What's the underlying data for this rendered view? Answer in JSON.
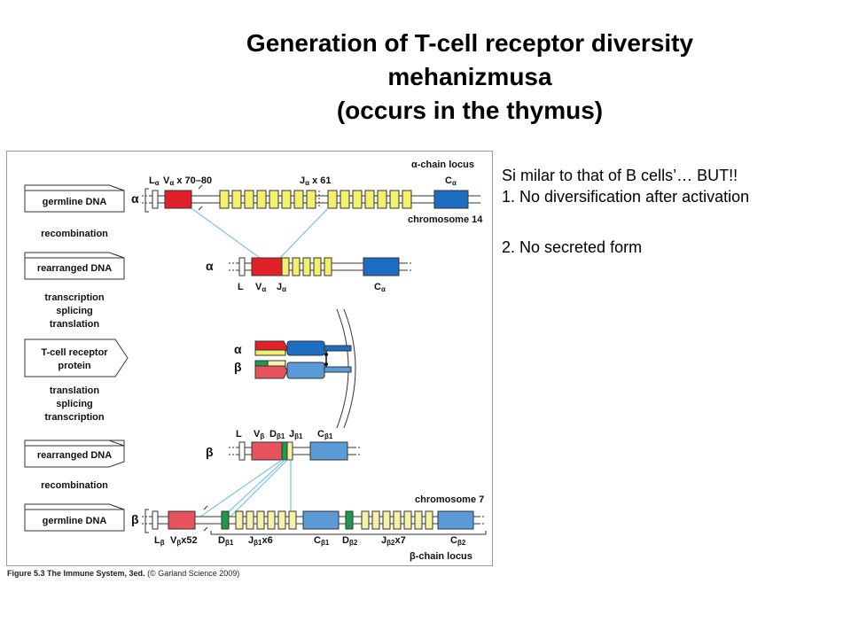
{
  "title": {
    "line1": "Generation of T-cell receptor diversity",
    "line2": "mehanizmusa",
    "line3": "(occurs in the thymus)"
  },
  "notes": {
    "line1": "Si milar to that of B cells’… BUT!!",
    "item1": "1.   No diversification after activation",
    "item2": "2.  No secreted form"
  },
  "figure": {
    "caption_bold": "Figure 5.3 The Immune System, 3ed.",
    "caption_rest": " (© Garland Science 2009)",
    "stages": {
      "germline_alpha": "germline DNA",
      "recombination_1": "recombination",
      "rearranged_alpha": "rearranged DNA",
      "transcription_1": "transcription",
      "splicing_1": "splicing",
      "translation_1": "translation",
      "tcr_protein_1": "T-cell receptor",
      "tcr_protein_2": "protein",
      "translation_2": "translation",
      "splicing_2": "splicing",
      "transcription_2": "transcription",
      "rearranged_beta": "rearranged DNA",
      "recombination_2": "recombination",
      "germline_beta": "germline DNA"
    },
    "alpha": {
      "symbol": "α",
      "locus": "α-chain locus",
      "chromosome": "chromosome 14",
      "l": "L",
      "l_sub": "α",
      "v": "V",
      "v_sub": "α",
      "v_count": " x 70–80",
      "j": "J",
      "j_sub": "α",
      "j_count": " x 61",
      "c": "C",
      "c_sub": "α",
      "r_l": "L",
      "r_v": "V",
      "r_v_sub": "α",
      "r_j": "J",
      "r_j_sub": "α",
      "r_c": "C",
      "r_c_sub": "α"
    },
    "protein": {
      "alpha": "α",
      "beta": "β"
    },
    "beta": {
      "symbol": "β",
      "locus": "β-chain locus",
      "chromosome": "chromosome 7",
      "r_l": "L",
      "r_v": "V",
      "r_v_sub": "β",
      "r_d": "D",
      "r_d_sub": "β1",
      "r_j": "J",
      "r_j_sub": "β1",
      "r_c": "C",
      "r_c_sub": "β1",
      "l": "L",
      "l_sub": "β",
      "v": "V",
      "v_sub": "β",
      "v_count": "x52",
      "d1": "D",
      "d1_sub": "β1",
      "j1": "J",
      "j1_sub": "β1",
      "j1_count": "x6",
      "c1": "C",
      "c1_sub": "β1",
      "d2": "D",
      "d2_sub": "β2",
      "j2": "J",
      "j2_sub": "β2",
      "j2_count": "x7",
      "c2": "C",
      "c2_sub": "β2"
    },
    "colors": {
      "v_red": "#e2202a",
      "j_yellow": "#f5ef6e",
      "c_blue": "#1d6ec3",
      "d_green": "#1e9a4a",
      "beta_c_blue": "#5b9bd8",
      "beta_v_red": "#e8525c",
      "beta_j_yellow": "#f8f2a8",
      "line_blue": "#66b6dd"
    }
  }
}
